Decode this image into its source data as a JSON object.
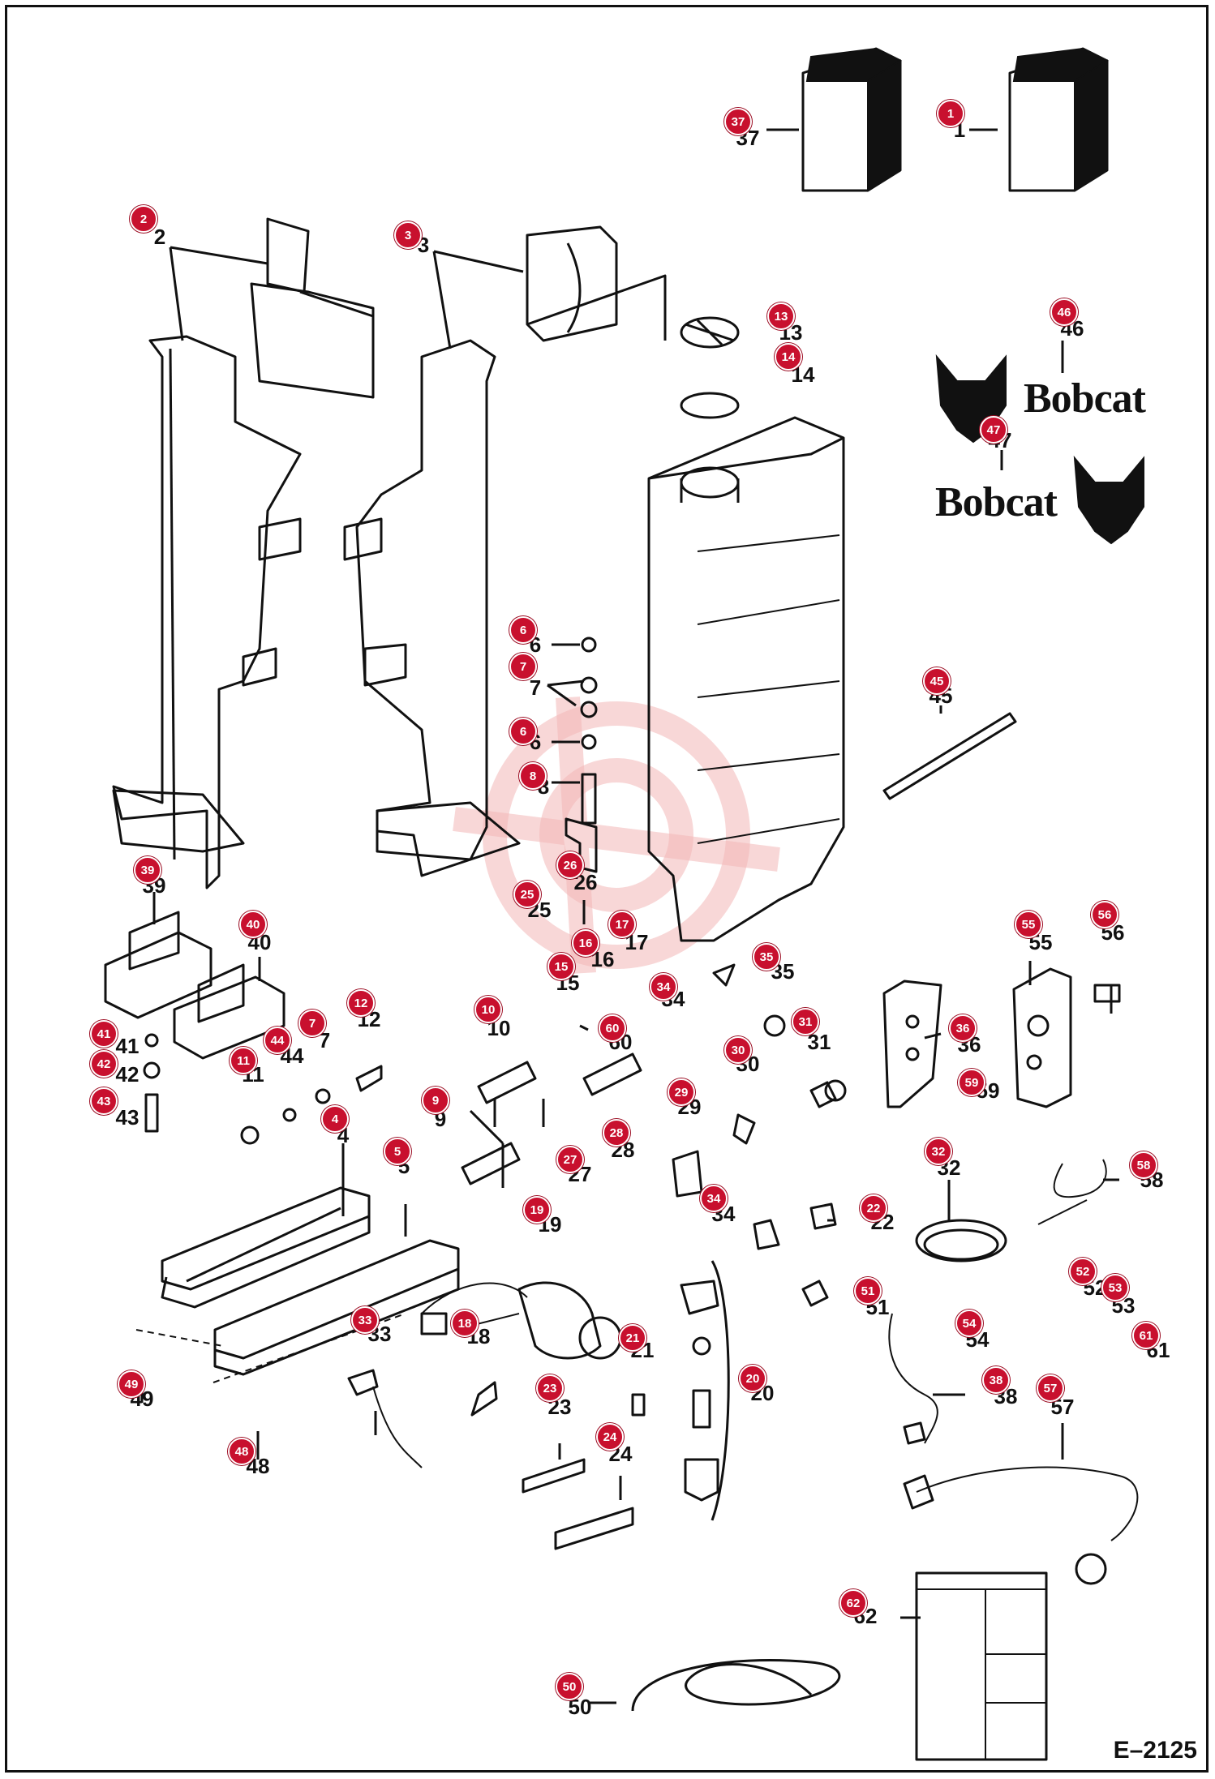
{
  "figure_number": "E–2125",
  "brand": {
    "wordmark_top": "Bobcat",
    "wordmark_bottom": "Bobcat"
  },
  "callouts": [
    {
      "n": "37"
    },
    {
      "n": "1"
    },
    {
      "n": "2"
    },
    {
      "n": "3"
    },
    {
      "n": "13"
    },
    {
      "n": "14"
    },
    {
      "n": "46"
    },
    {
      "n": "47"
    },
    {
      "n": "6"
    },
    {
      "n": "7"
    },
    {
      "n": "6"
    },
    {
      "n": "8"
    },
    {
      "n": "45"
    },
    {
      "n": "26"
    },
    {
      "n": "25"
    },
    {
      "n": "17"
    },
    {
      "n": "16"
    },
    {
      "n": "15"
    },
    {
      "n": "39"
    },
    {
      "n": "40"
    },
    {
      "n": "35"
    },
    {
      "n": "34"
    },
    {
      "n": "55"
    },
    {
      "n": "56"
    },
    {
      "n": "41"
    },
    {
      "n": "42"
    },
    {
      "n": "43"
    },
    {
      "n": "44"
    },
    {
      "n": "11"
    },
    {
      "n": "7"
    },
    {
      "n": "12"
    },
    {
      "n": "4"
    },
    {
      "n": "10"
    },
    {
      "n": "60"
    },
    {
      "n": "31"
    },
    {
      "n": "30"
    },
    {
      "n": "36"
    },
    {
      "n": "59"
    },
    {
      "n": "9"
    },
    {
      "n": "29"
    },
    {
      "n": "28"
    },
    {
      "n": "27"
    },
    {
      "n": "5"
    },
    {
      "n": "32"
    },
    {
      "n": "58"
    },
    {
      "n": "19"
    },
    {
      "n": "34"
    },
    {
      "n": "22"
    },
    {
      "n": "52"
    },
    {
      "n": "53"
    },
    {
      "n": "61"
    },
    {
      "n": "51"
    },
    {
      "n": "54"
    },
    {
      "n": "33"
    },
    {
      "n": "18"
    },
    {
      "n": "21"
    },
    {
      "n": "20"
    },
    {
      "n": "23"
    },
    {
      "n": "38"
    },
    {
      "n": "57"
    },
    {
      "n": "49"
    },
    {
      "n": "48"
    },
    {
      "n": "24"
    },
    {
      "n": "62"
    },
    {
      "n": "50"
    }
  ]
}
